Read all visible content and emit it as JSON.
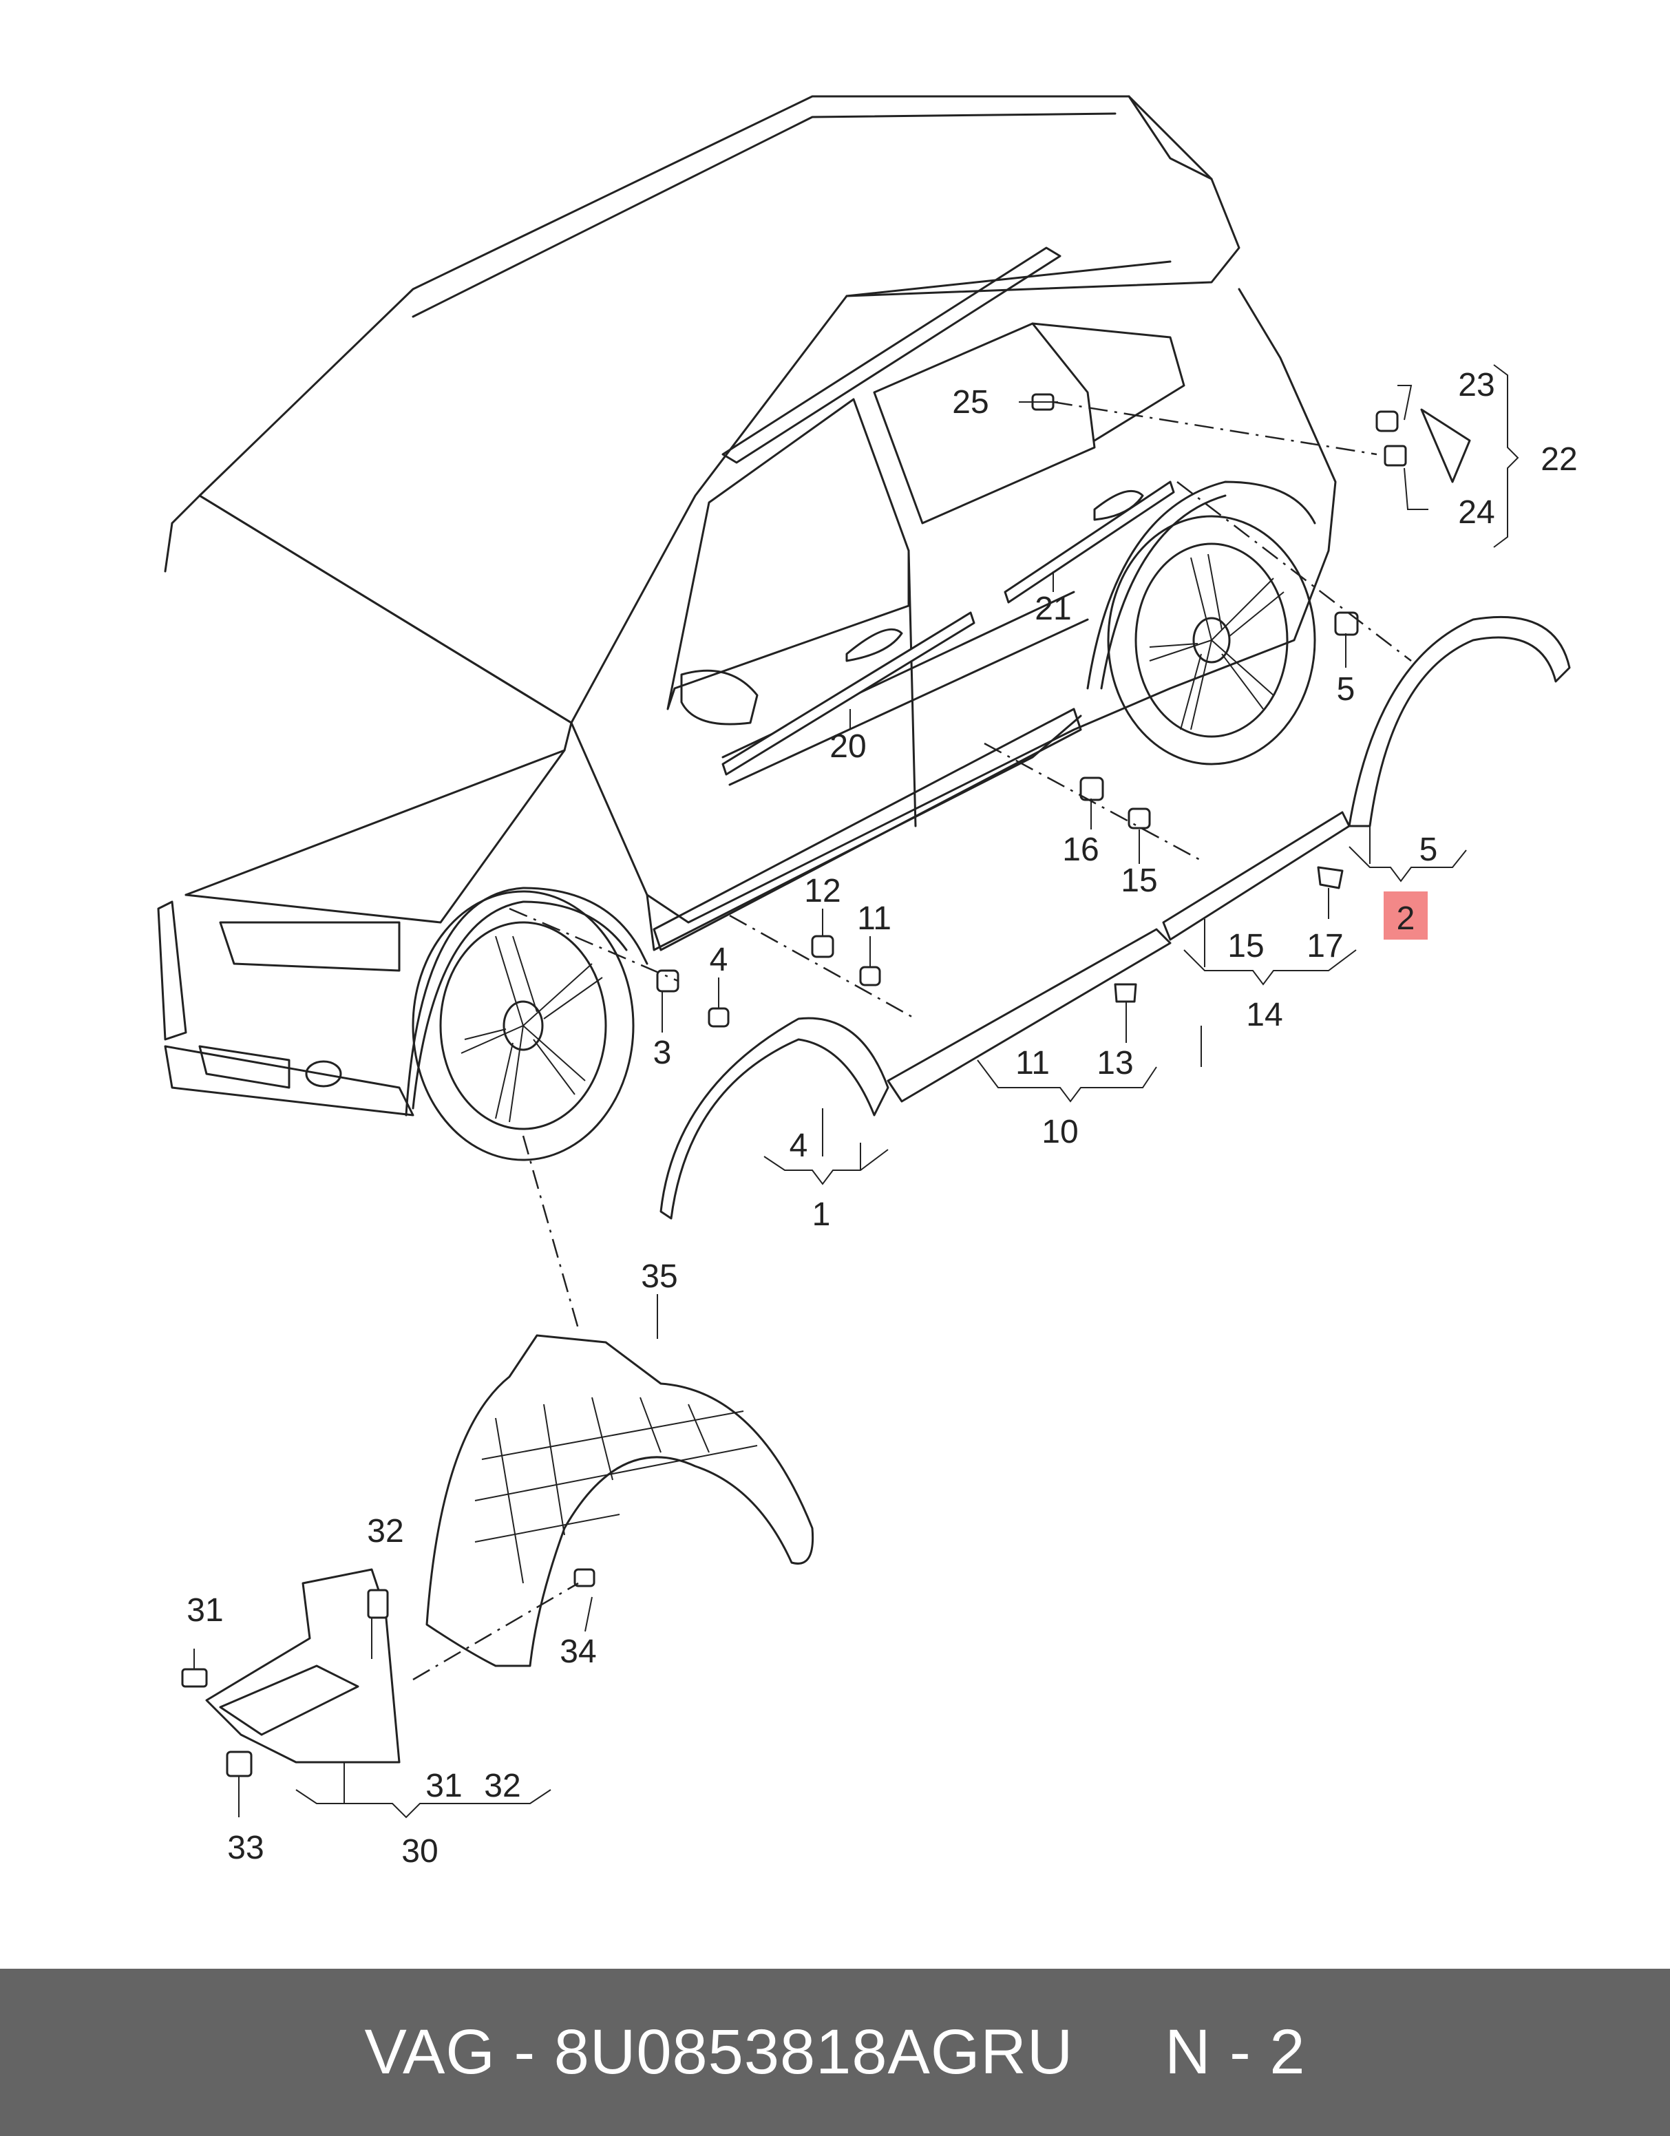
{
  "labels": {
    "l1": "1",
    "l2": "2",
    "l3": "3",
    "l4a": "4",
    "l4b": "4",
    "l5a": "5",
    "l5b": "5",
    "l10": "10",
    "l11a": "11",
    "l11b": "11",
    "l12": "12",
    "l13": "13",
    "l14": "14",
    "l15a": "15",
    "l15b": "15",
    "l16": "16",
    "l17": "17",
    "l20": "20",
    "l21": "21",
    "l22": "22",
    "l23": "23",
    "l24": "24",
    "l25": "25",
    "l30": "30",
    "l31a": "31",
    "l31b": "31",
    "l32a": "32",
    "l32b": "32",
    "l33": "33",
    "l34": "34",
    "l35": "35"
  },
  "highlight": {
    "label": "2",
    "color": "#f38888"
  },
  "footer": {
    "brand": "VAG",
    "separator": " - ",
    "part_number": "8U0853818AGRU",
    "page": "N - 2",
    "background": "#646464"
  }
}
